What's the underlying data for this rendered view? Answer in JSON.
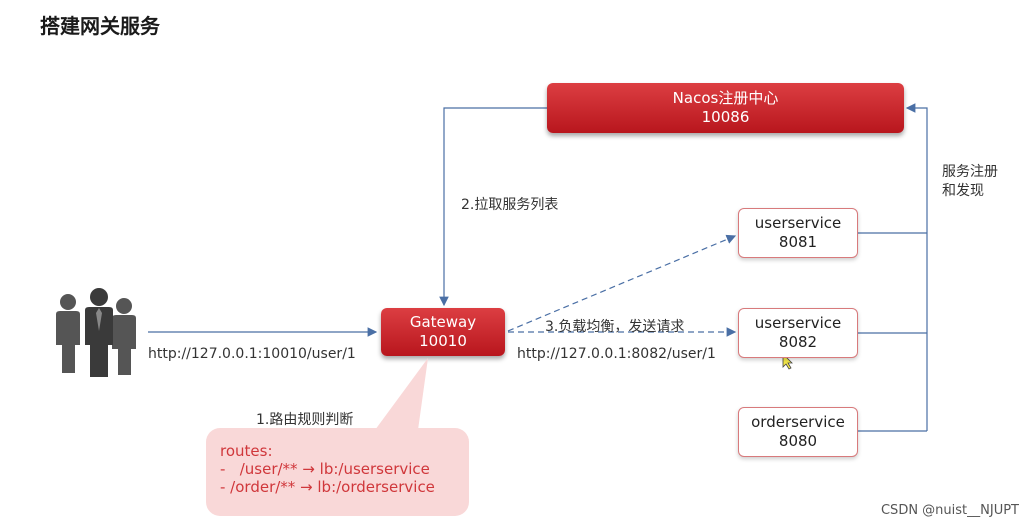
{
  "title": "搭建网关服务",
  "nacos": {
    "name": "Nacos注册中心",
    "port": "10086"
  },
  "gateway": {
    "name": "Gateway",
    "port": "10010"
  },
  "services": [
    {
      "name": "userservice",
      "port": "8081"
    },
    {
      "name": "userservice",
      "port": "8082"
    },
    {
      "name": "orderservice",
      "port": "8080"
    }
  ],
  "labels": {
    "client_url": "http://127.0.0.1:10010/user/1",
    "pull_list": "2.拉取服务列表",
    "load_balance": "3.负载均衡，发送请求",
    "service_url": "http://127.0.0.1:8082/user/1",
    "route_judge": "1.路由规则判断",
    "register_line1": "服务注册",
    "register_line2": "和发现"
  },
  "routes": {
    "header": "routes:",
    "lines": [
      "-   /user/** → lb:/userservice",
      "- /order/** → lb:/orderservice"
    ]
  },
  "watermark": "CSDN @nuist__NJUPT",
  "colors": {
    "accent": "#c8242b",
    "arrow": "#4a6fa5",
    "bubble": "#f9d8d8"
  }
}
